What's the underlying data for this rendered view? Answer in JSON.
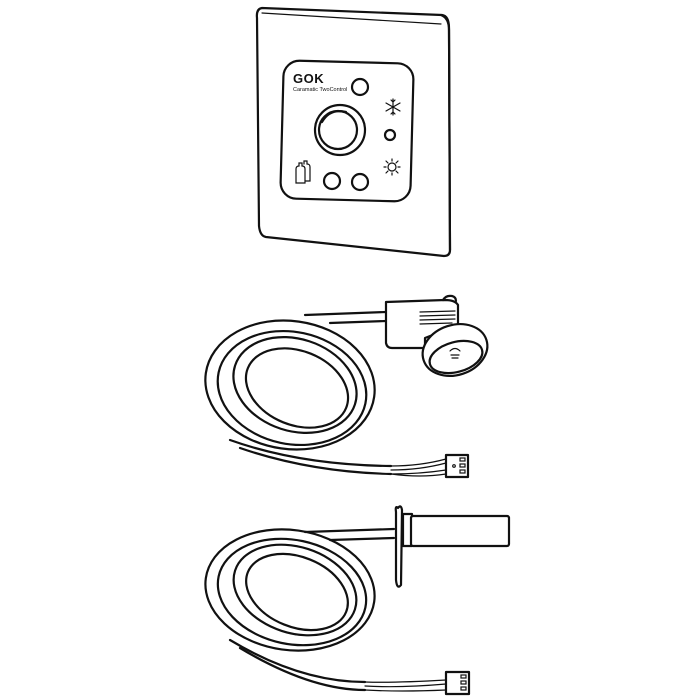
{
  "product": {
    "control_panel": {
      "brand": "GOK",
      "model": "Caramatic TwoControl",
      "icons": [
        "snowflake-icon",
        "sun-icon",
        "gas-bottles-icon"
      ]
    },
    "cables": [
      {
        "name": "remote-sensor-cable",
        "end": "sensor-housing",
        "connector": "3-pin-plug"
      },
      {
        "name": "temperature-sensor-cable",
        "end": "probe-sensor",
        "connector": "3-pin-plug"
      }
    ]
  },
  "colors": {
    "line": "#111111",
    "background": "#ffffff"
  }
}
